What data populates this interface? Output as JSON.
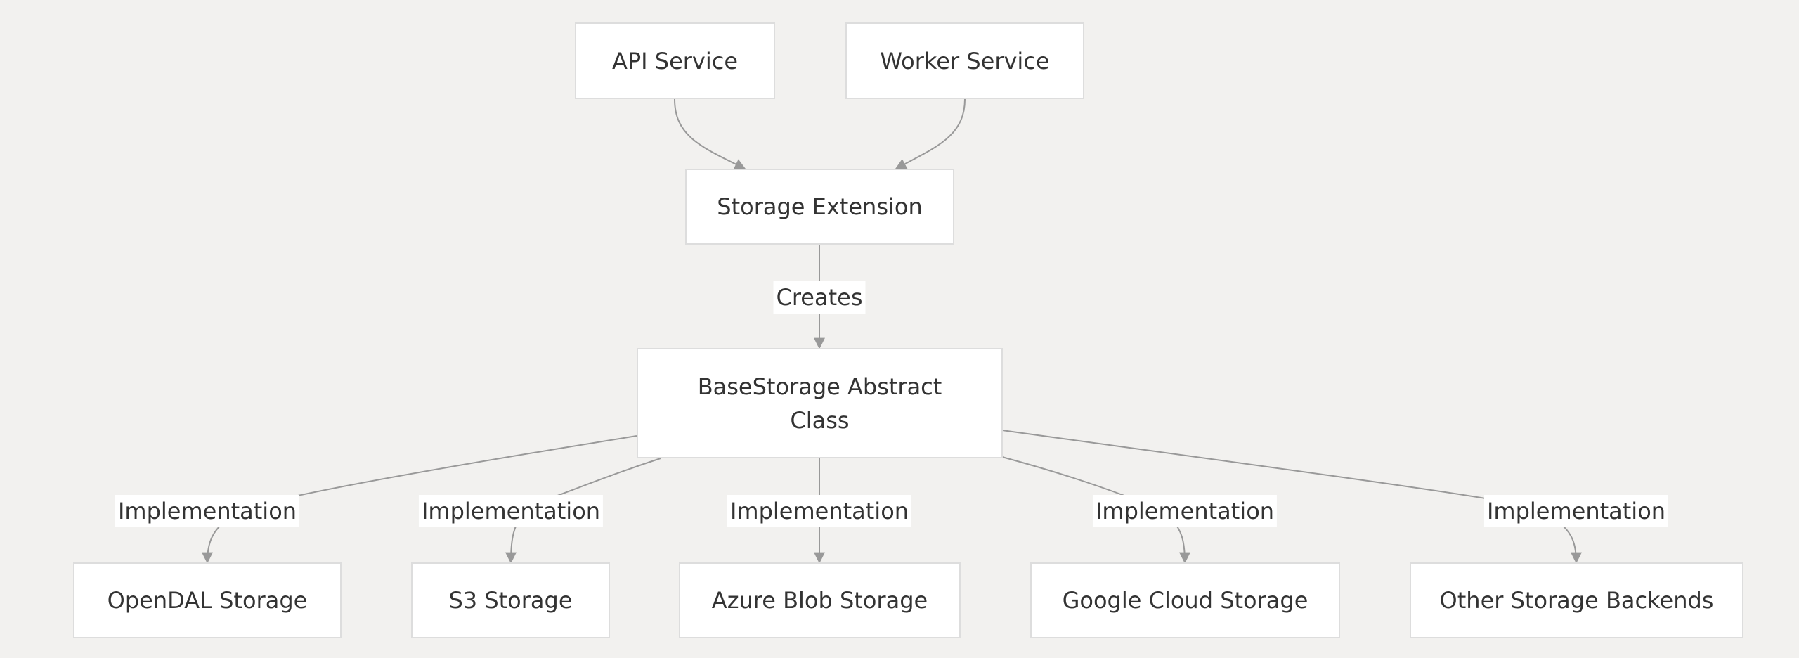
{
  "nodes": {
    "api_service": "API Service",
    "worker_service": "Worker Service",
    "storage_extension": "Storage Extension",
    "base_storage": "BaseStorage Abstract Class",
    "opendal_storage": "OpenDAL Storage",
    "s3_storage": "S3 Storage",
    "azure_blob_storage": "Azure Blob Storage",
    "google_cloud_storage": "Google Cloud Storage",
    "other_storage_backends": "Other Storage Backends"
  },
  "edges": {
    "creates": "Creates",
    "impl_opendal": "Implementation",
    "impl_s3": "Implementation",
    "impl_azure": "Implementation",
    "impl_gcs": "Implementation",
    "impl_other": "Implementation"
  },
  "colors": {
    "background": "#f2f1ef",
    "node_fill": "#ffffff",
    "node_border": "#dddddd",
    "edge": "#999999",
    "text": "#333333"
  }
}
